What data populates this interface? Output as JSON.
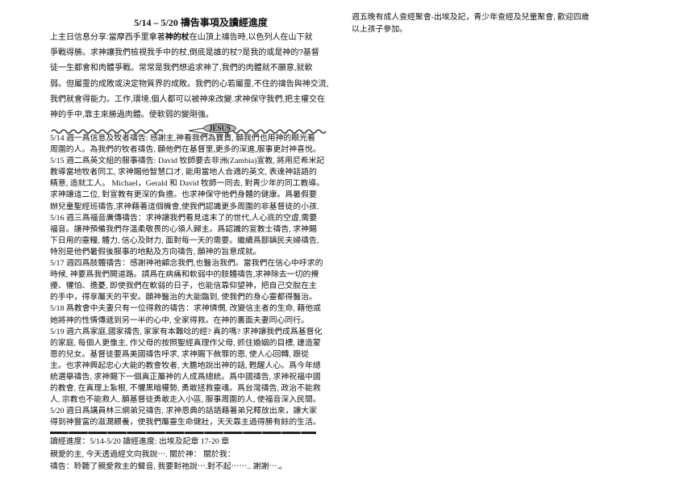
{
  "title": "5/14 – 5/20 禱告事項及讀經進度",
  "intro": {
    "line0_pre": "上主日信息分享:當摩西手里拿著",
    "line0_bold": "神的杖",
    "line0_post": "在山頂上禱告時,以色列人在山下就",
    "lines": [
      "爭戰得勝。求神讓我們檢視我手中的杖,倒底是誰的杖?是我的或是神的?基督",
      "徒一生都會和肉體爭戰。常常是我們想追求神了,我們的肉體就不願意,就軟",
      "弱。但屬靈的成敗或決定物質界的成敗。我們的心若屬靈,不住的禱告與神交流,",
      "我們就會得能力。工作,環境,個人都可以被神來改變.求神保守我們,把主權交在",
      "神的手中,靠主來勝過肉體。使軟弱的變剛強。"
    ]
  },
  "divider_logo": "JESUS",
  "prayer_lines": [
    "5/14 週一爲信息及牧者禱告: 感謝主,神看我們為寶貴, 願我們也用神的眼光看",
    "周圍的人。為我們的牧者禱告, 願他們在基督里,更多的深進,服事更討神喜悅。",
    "5/15 週二爲英文組的服事禱告: David 牧師要去非洲(Zambia)宣教, 將用尼希米記",
    "教導當地牧者同工, 求神賜他智慧口才, 能用當地人合適的英文, 表達神話語的",
    "精意, 造就工人。 Michael，Gerald 和 David 牧師一同去, 對青少年的同工教導。",
    "求神讓這二位, 對宣教有更深的負擔。也求神保守他們身體的健康。爲暑假要",
    "辦兒童聖經班禱告,求神藉著這個機會,使我們認識更多周圍的非基督徒的小孩.",
    "5/16 週三爲福音廣傳禱告：求神讓我們看見這末了的世代,人心底的空虛,需要",
    "福音。讓神預備我們存溫柔敬畏的心領人歸主。爲認識的宣教士禱告, 求神賜",
    "下日用的靈糧, 體力, 信心及財力, 面對每一天的需要。繼續爲鄒鎮民夫婦禱告,",
    "特別是他們暑假後服事的地點及方向禱告, 願神的旨意成就。",
    "5/17 週四爲肢體禱告：感謝神祂顧念我們,也醫治我們。當我們在信心中呼求的",
    "時候, 神要爲我們開道路。請爲在病痛和軟弱中的肢體禱告,求神除去一切的攪",
    "擾、懼怕、擔憂, 即使我們在軟弱的日子，也能信靠仰望神，把自己交脫在主",
    "的手中，得享屬天的平安。願神醫治的大能臨到, 使我們的身心靈都得醫治。",
    "5/18 爲教會中夫妻只有一位得救的禱告：求神憐憫, 改變信主者的生命, 藉他或",
    "她將神的性情傳遞到另一半的心中, 全家得救。在神的裏面夫妻同心同行。",
    "5/19 週六爲家庭,國家禱告, 家家有本難唸的經? 真的嗎? 求神讓我們成爲基督化",
    "的家庭, 每個人更像主, 作父母的按照聖經真理作父母, 抓住婚姻的目標, 建造蒙",
    "恩的兒女。基督徒要爲美國禱告呼求, 求神賜下赦罪的恩, 使人心回轉, 跟從",
    "主。也求神興起忠心大能的教會牧者, 大膽地說出神的話, 甦醒人心。爲今年總",
    "統選舉禱告, 求神賜下一個真正屬神的人成爲總統。爲中國禱告, 求神祝福中國",
    "的教會, 在真理上紮根, 不懼黑暗權勢, 勇敢拯救靈魂。爲台灣禱告, 政治不能救",
    "人, 宗教也不能救人, 願基督徒勇敢走入小區, 服事周圍的人, 使福音深入民間。",
    "5/20 週日爲講員林三綱弟兄禱告, 求神恩典的話語藉著弟兄釋放出來，讓大家",
    "得到神豐富的滋潤餵養，使我們屬靈生命健壯，天天靠主過得勝有餘的生活。"
  ],
  "footer": {
    "reading": "讀經進度：5/14-5/20  讀經進度: 出埃及記章 17-20 章",
    "devotion": "親愛的主, 今天透過經文向我說⋯.  關於神：        關於我：",
    "prayer": "禱告：聆聽了親愛救主的聲音, 我要對祂說⋯.對不起⋯⋯.. 謝謝⋯.。"
  },
  "right_column": [
    "週五晚有成人查經聚會-出埃及記，青少年查經及兒童聚會, 歡迎四歲",
    "以上孩子參加。"
  ]
}
